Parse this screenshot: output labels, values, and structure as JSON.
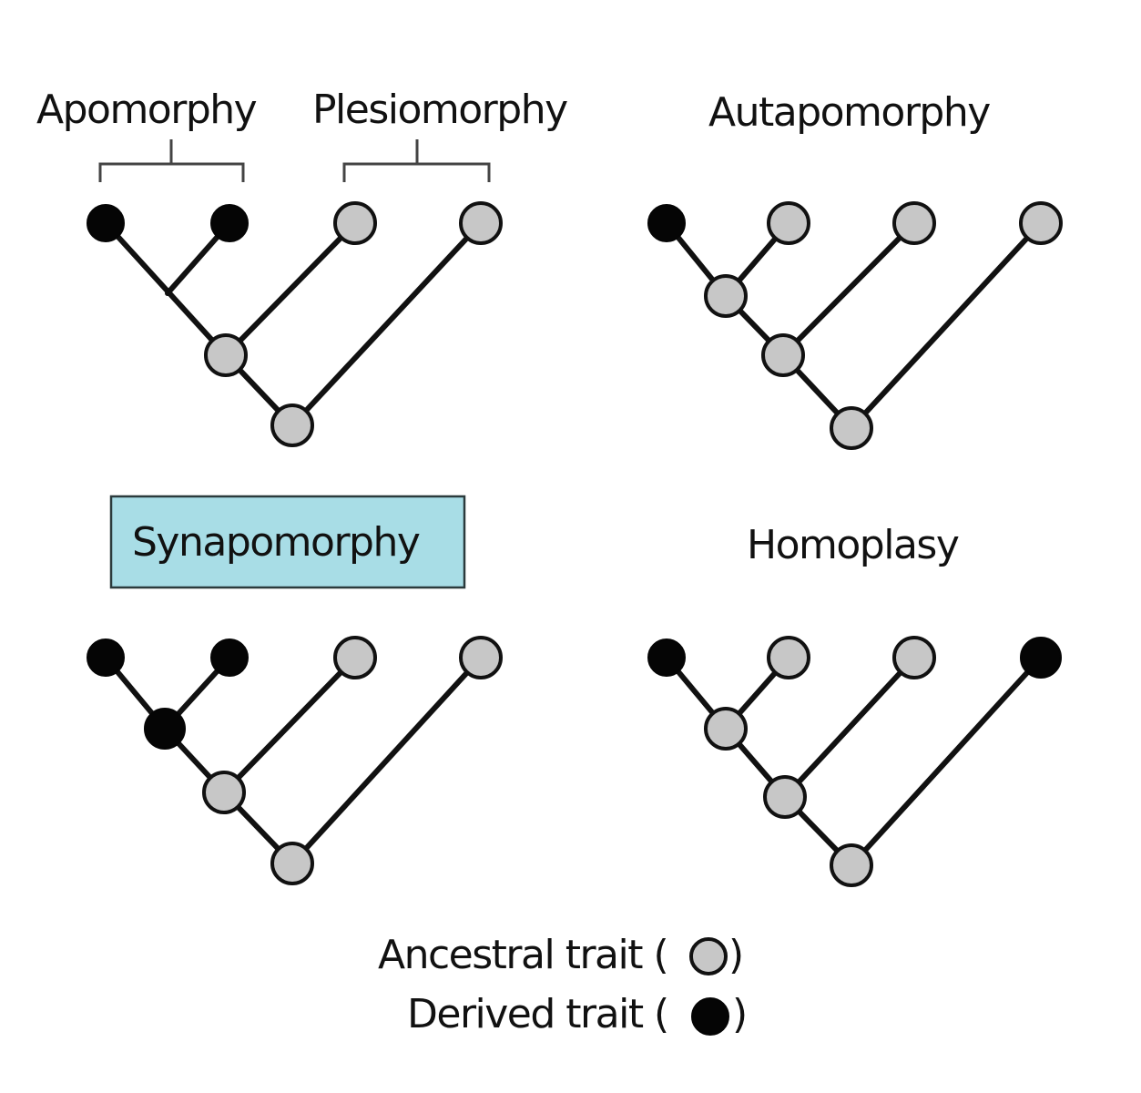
{
  "labels": {
    "apomorphy": "Apomorphy",
    "plesiomorphy": "Plesiomorphy",
    "autapomorphy": "Autapomorphy",
    "synapomorphy": "Synapomorphy",
    "homoplasy": "Homoplasy"
  },
  "legend": {
    "ancestral": "Ancestral trait (",
    "derived": "Derived trait (",
    "close": ")"
  },
  "colors": {
    "ancestral": "#c7c7c7",
    "derived": "#050505",
    "highlight": "#a8dde6"
  },
  "trees": [
    {
      "id": "apomorphy-plesiomorphy",
      "tips": [
        "derived",
        "derived",
        "ancestral",
        "ancestral"
      ],
      "internal": [
        "ancestral",
        "ancestral"
      ]
    },
    {
      "id": "autapomorphy",
      "tips": [
        "derived",
        "ancestral",
        "ancestral",
        "ancestral"
      ],
      "internal": [
        "ancestral",
        "ancestral",
        "ancestral"
      ]
    },
    {
      "id": "synapomorphy",
      "tips": [
        "derived",
        "derived",
        "ancestral",
        "ancestral"
      ],
      "internal": [
        "derived",
        "ancestral",
        "ancestral"
      ]
    },
    {
      "id": "homoplasy",
      "tips": [
        "derived",
        "ancestral",
        "ancestral",
        "derived"
      ],
      "internal": [
        "ancestral",
        "ancestral",
        "ancestral"
      ]
    }
  ]
}
